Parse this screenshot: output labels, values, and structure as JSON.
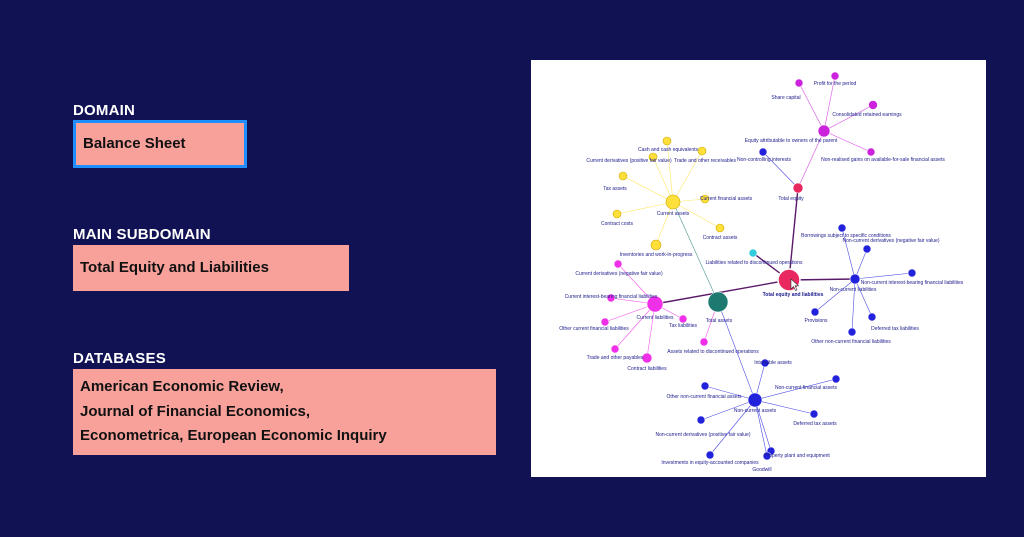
{
  "domain": {
    "heading": "DOMAIN",
    "value": "Balance Sheet"
  },
  "subdomain": {
    "heading": "MAIN SUBDOMAIN",
    "value": "Total Equity and Liabilities"
  },
  "databases": {
    "heading": "DATABASES",
    "lines": [
      "American Economic Review,",
      "Journal of Financial Economics,",
      "Econometrica, European Economic Inquiry"
    ]
  },
  "graph": {
    "colors": {
      "root": "#e8285e",
      "equity": "#e8285e",
      "parent": "#cc22dd",
      "current_assets": "#ffe03a",
      "current_liabilities": "#f030e8",
      "non_current": "#2222dd",
      "total_assets": "#1e7a70",
      "liabilities_disc": "#33ccdd"
    },
    "nodes": [
      {
        "id": "total_eq_liab",
        "label": "Total equity and liabilities",
        "group": "root",
        "bold": true
      },
      {
        "id": "total_equity",
        "label": "Total equity",
        "group": "equity"
      },
      {
        "id": "eq_parent",
        "label": "Equity attributable to owners of the parent",
        "group": "parent"
      },
      {
        "id": "share_capital",
        "label": "Share capital",
        "group": "parent"
      },
      {
        "id": "profit_period",
        "label": "Profit for the period",
        "group": "parent"
      },
      {
        "id": "consolidated_re",
        "label": "Consolidated retained earnings",
        "group": "parent"
      },
      {
        "id": "non_realised",
        "label": "Non-realised gains on available-for-sale financial assets",
        "group": "parent"
      },
      {
        "id": "non_controlling",
        "label": "Non-controlling interests",
        "group": "non_current"
      },
      {
        "id": "current_assets",
        "label": "Current assets",
        "group": "current_assets"
      },
      {
        "id": "cash",
        "label": "Cash and cash equivalents",
        "group": "current_assets"
      },
      {
        "id": "ca_deriv_pos",
        "label": "Current derivatives (positive fair value)",
        "group": "current_assets"
      },
      {
        "id": "trade_rec",
        "label": "Trade and other receivables",
        "group": "current_assets"
      },
      {
        "id": "tax_assets",
        "label": "Tax assets",
        "group": "current_assets"
      },
      {
        "id": "cur_fin_assets",
        "label": "Current financial assets",
        "group": "current_assets"
      },
      {
        "id": "contract_costs",
        "label": "Contract costs",
        "group": "current_assets"
      },
      {
        "id": "contract_assets",
        "label": "Contract assets",
        "group": "current_assets"
      },
      {
        "id": "inventories",
        "label": "Inventories and work-in-progress",
        "group": "current_assets"
      },
      {
        "id": "liab_disc",
        "label": "Liabilities related to discontinued operations",
        "group": "liabilities_disc"
      },
      {
        "id": "current_liab",
        "label": "Current liabilities",
        "group": "current_liabilities"
      },
      {
        "id": "cl_deriv_neg",
        "label": "Current derivatives (negative fair value)",
        "group": "current_liabilities"
      },
      {
        "id": "cl_interest",
        "label": "Current interest-bearing financial liabilities",
        "group": "current_liabilities"
      },
      {
        "id": "cl_other_fin",
        "label": "Other current financial liabilities",
        "group": "current_liabilities"
      },
      {
        "id": "tax_liab",
        "label": "Tax liabilities",
        "group": "current_liabilities"
      },
      {
        "id": "trade_pay",
        "label": "Trade and other payables",
        "group": "current_liabilities"
      },
      {
        "id": "contract_liab",
        "label": "Contract liabilities",
        "group": "current_liabilities"
      },
      {
        "id": "assets_disc",
        "label": "Assets related to discontinued operations",
        "group": "current_liabilities"
      },
      {
        "id": "total_assets",
        "label": "Total assets",
        "group": "total_assets"
      },
      {
        "id": "non_current_liab",
        "label": "Non-current liabilities",
        "group": "non_current"
      },
      {
        "id": "borrowings",
        "label": "Borrowings subject to specific conditions",
        "group": "non_current"
      },
      {
        "id": "ncl_deriv_neg",
        "label": "Non-current derivatives (negative fair value)",
        "group": "non_current"
      },
      {
        "id": "ncl_interest",
        "label": "Non-current interest-bearing financial liabilities",
        "group": "non_current"
      },
      {
        "id": "provisions",
        "label": "Provisions",
        "group": "non_current"
      },
      {
        "id": "deferred_tax_liab",
        "label": "Deferred tax liabilities",
        "group": "non_current"
      },
      {
        "id": "other_ncl_fin",
        "label": "Other non-current financial liabilities",
        "group": "non_current"
      },
      {
        "id": "non_current_assets",
        "label": "Non-current assets",
        "group": "non_current"
      },
      {
        "id": "intangible",
        "label": "Intangible assets",
        "group": "non_current"
      },
      {
        "id": "ncl_fin_assets",
        "label": "Non-current financial assets",
        "group": "non_current"
      },
      {
        "id": "other_nca_fin",
        "label": "Other non-current financial assets",
        "group": "non_current"
      },
      {
        "id": "deferred_tax_assets",
        "label": "Deferred tax assets",
        "group": "non_current"
      },
      {
        "id": "nca_deriv_pos",
        "label": "Non-current derivatives (positive fair value)",
        "group": "non_current"
      },
      {
        "id": "ppe",
        "label": "Property plant and equipment",
        "group": "non_current"
      },
      {
        "id": "equity_investments",
        "label": "Investments in equity-accounted companies",
        "group": "non_current"
      },
      {
        "id": "goodwill",
        "label": "Goodwill",
        "group": "non_current"
      }
    ],
    "edges": [
      [
        "total_eq_liab",
        "total_equity"
      ],
      [
        "total_eq_liab",
        "current_liab"
      ],
      [
        "total_eq_liab",
        "non_current_liab"
      ],
      [
        "total_eq_liab",
        "liab_disc"
      ],
      [
        "total_equity",
        "eq_parent"
      ],
      [
        "total_equity",
        "non_controlling"
      ],
      [
        "eq_parent",
        "share_capital"
      ],
      [
        "eq_parent",
        "profit_period"
      ],
      [
        "eq_parent",
        "consolidated_re"
      ],
      [
        "eq_parent",
        "non_realised"
      ],
      [
        "current_assets",
        "cash"
      ],
      [
        "current_assets",
        "ca_deriv_pos"
      ],
      [
        "current_assets",
        "trade_rec"
      ],
      [
        "current_assets",
        "tax_assets"
      ],
      [
        "current_assets",
        "cur_fin_assets"
      ],
      [
        "current_assets",
        "contract_costs"
      ],
      [
        "current_assets",
        "contract_assets"
      ],
      [
        "current_assets",
        "inventories"
      ],
      [
        "current_assets",
        "total_assets"
      ],
      [
        "current_liab",
        "cl_deriv_neg"
      ],
      [
        "current_liab",
        "cl_interest"
      ],
      [
        "current_liab",
        "cl_other_fin"
      ],
      [
        "current_liab",
        "tax_liab"
      ],
      [
        "current_liab",
        "trade_pay"
      ],
      [
        "current_liab",
        "contract_liab"
      ],
      [
        "total_assets",
        "assets_disc"
      ],
      [
        "total_assets",
        "non_current_assets"
      ],
      [
        "non_current_liab",
        "borrowings"
      ],
      [
        "non_current_liab",
        "ncl_deriv_neg"
      ],
      [
        "non_current_liab",
        "ncl_interest"
      ],
      [
        "non_current_liab",
        "provisions"
      ],
      [
        "non_current_liab",
        "deferred_tax_liab"
      ],
      [
        "non_current_liab",
        "other_ncl_fin"
      ],
      [
        "non_current_assets",
        "intangible"
      ],
      [
        "non_current_assets",
        "ncl_fin_assets"
      ],
      [
        "non_current_assets",
        "other_nca_fin"
      ],
      [
        "non_current_assets",
        "deferred_tax_assets"
      ],
      [
        "non_current_assets",
        "nca_deriv_pos"
      ],
      [
        "non_current_assets",
        "ppe"
      ],
      [
        "non_current_assets",
        "equity_investments"
      ],
      [
        "non_current_assets",
        "goodwill"
      ]
    ]
  }
}
